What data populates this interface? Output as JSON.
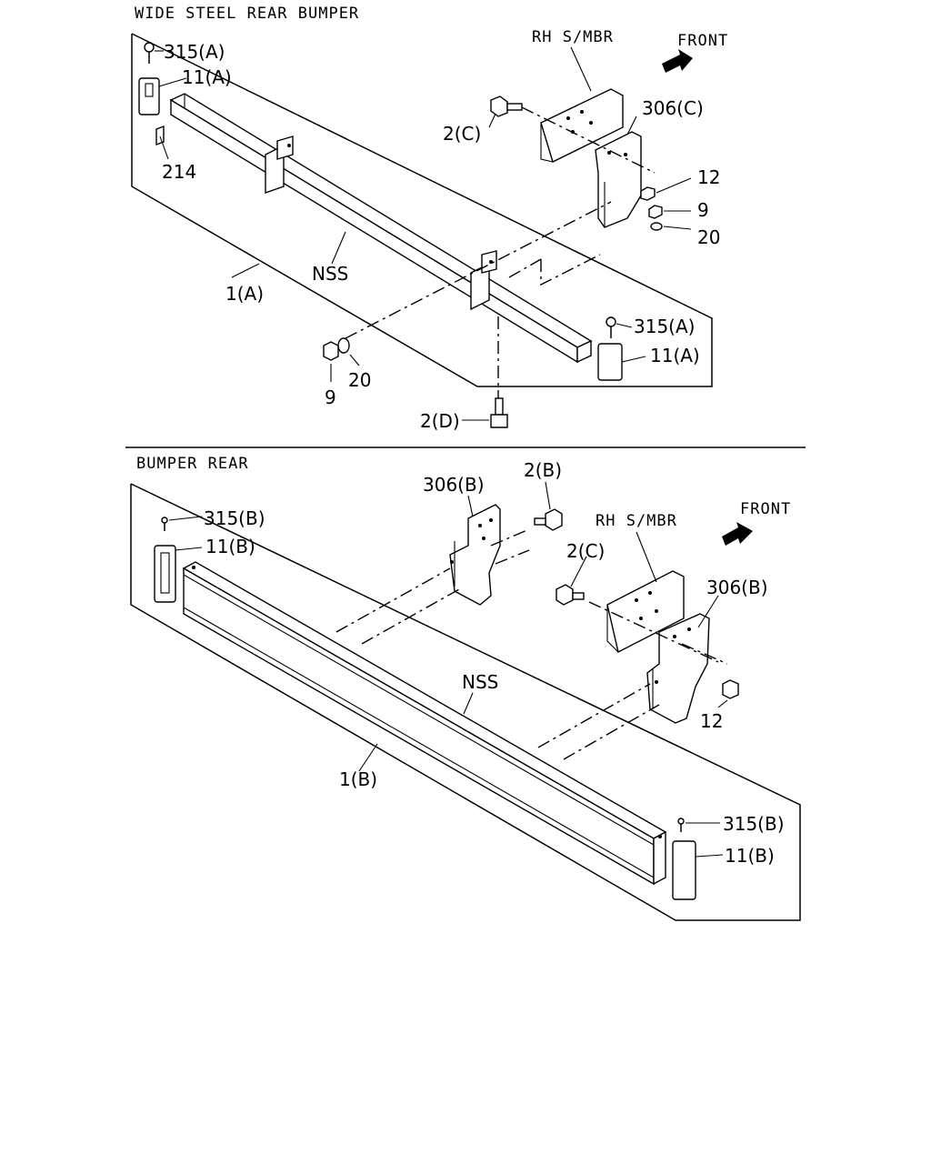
{
  "sections": [
    {
      "title": "WIDE STEEL REAR BUMPER",
      "labels": {
        "fastener_top_left": "315(A)",
        "cover_top_left": "11(A)",
        "clip": "214",
        "bumper": "1(A)",
        "nss": "NSS",
        "side_member": "RH S/MBR",
        "front": "FRONT",
        "bolt_upper": "2(C)",
        "bracket": "306(C)",
        "nut_12": "12",
        "nut_9_right": "9",
        "washer_20_right": "20",
        "fastener_right": "315(A)",
        "cover_right": "11(A)",
        "nut_9_left": "9",
        "washer_20_left": "20",
        "bolt_lower": "2(D)"
      }
    },
    {
      "title": "BUMPER REAR",
      "labels": {
        "fastener_left": "315(B)",
        "cover_left": "11(B)",
        "bracket_left": "306(B)",
        "bolt_b": "2(B)",
        "side_member": "RH S/MBR",
        "front": "FRONT",
        "bolt_c": "2(C)",
        "bracket_right": "306(B)",
        "nss": "NSS",
        "nut_12": "12",
        "bumper": "1(B)",
        "fastener_right": "315(B)",
        "cover_right": "11(B)"
      }
    }
  ]
}
